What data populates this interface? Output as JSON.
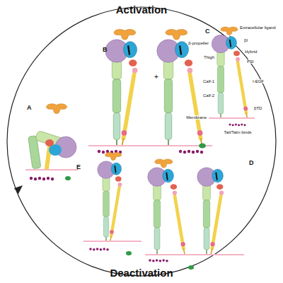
{
  "diagram": {
    "labels": [
      "Activation",
      "Deactivation",
      "A",
      "B",
      "C",
      "D",
      "E",
      "Extracellular ligand",
      "β-propeller",
      "βI",
      "Thigh",
      "Hybrid",
      "PSI",
      "Calf-1",
      "I-EGF",
      "Calf-2",
      "βTD",
      "Membrane",
      "Tail/Talin binds"
    ]
  }
}
